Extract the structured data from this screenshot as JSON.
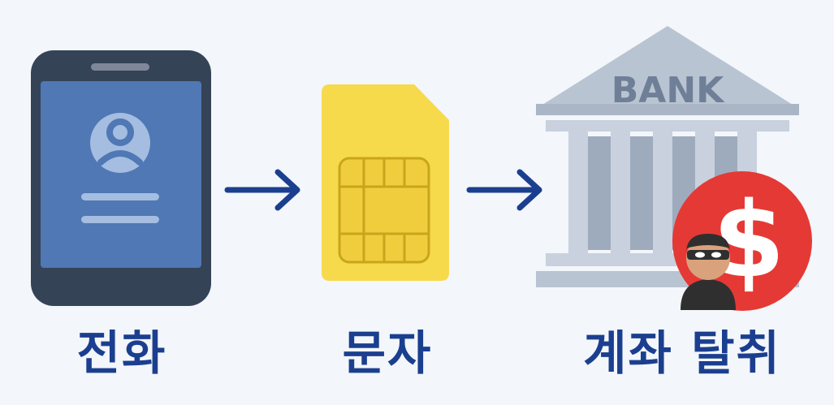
{
  "steps": [
    {
      "label": "전화",
      "icon": "smartphone-icon"
    },
    {
      "label": "문자",
      "icon": "sim-card-icon"
    },
    {
      "label": "계좌 탈취",
      "icon": "bank-icon"
    }
  ],
  "bank_sign": "BANK",
  "dollar_sign": "$",
  "colors": {
    "navy": "#1b3f8f",
    "phone_body": "#354357",
    "phone_screen": "#4f78b4",
    "sim": "#f7d94c",
    "bank": "#b9c4d2",
    "alert": "#e53935"
  }
}
